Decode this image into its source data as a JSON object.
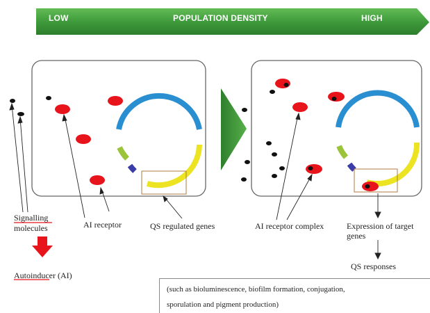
{
  "banner": {
    "low": "LOW",
    "title": "POPULATION DENSITY",
    "high": "HIGH",
    "color": "#3f9b3c"
  },
  "labels": {
    "signalling_line1": "Signalling",
    "signalling_line2": "molecules",
    "autoinducer": "Autoinducer (AI)",
    "ai_receptor": "AI receptor",
    "qs_genes": "QS regulated genes",
    "ai_receptor_complex": "AI receptor complex",
    "expression_line1": "Expression of target",
    "expression_line2": "genes",
    "qs_responses": "QS responses"
  },
  "note": {
    "line1": "(such as bioluminescence, biofilm formation, conjugation,",
    "line2": "sporulation and pigment production)"
  },
  "colors": {
    "receptor": "#e8141c",
    "arrow_red": "#e8141c",
    "plasmid_blue": "#2a8fd0",
    "plasmid_yellow": "#ece422",
    "plasmid_green": "#9cc43a",
    "plasmid_purple": "#3c3ca8",
    "gene_box": "#b07a40"
  }
}
